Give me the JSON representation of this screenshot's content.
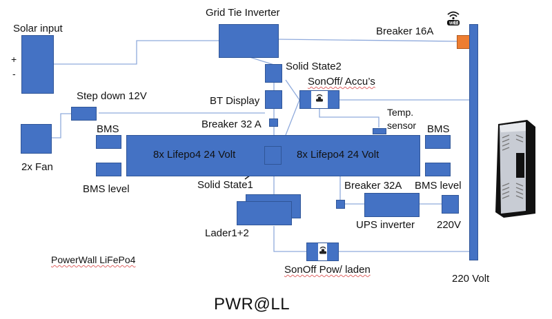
{
  "diagram": {
    "title": "PWR@LL",
    "subtitle": "PowerWall LiFePo4",
    "colors": {
      "component": "#4472c4",
      "component_border": "#2f5597",
      "breaker_main": "#ed7d31",
      "wire": "#8faadc",
      "bus": "#4472c4"
    },
    "labels": {
      "solar_input": "Solar input",
      "plus": "+",
      "minus": "-",
      "grid_tie_inverter": "Grid Tie Inverter",
      "breaker_16a": "Breaker 16A",
      "solid_state2": "Solid State2",
      "sonoff_accu": "SonOff/ Accu’s",
      "step_down": "Step down 12V",
      "bt_display": "BT Display",
      "breaker_32a_top": "Breaker 32 A",
      "temp_sensor_line1": "Temp.",
      "temp_sensor_line2": "sensor",
      "bms_left": "BMS",
      "bms_right": "BMS",
      "fan": "2x Fan",
      "battery_left": "8x Lifepo4 24 Volt",
      "battery_right": "8x Lifepo4 24 Volt",
      "bms_level_left": "BMS level",
      "bms_level_right": "BMS level",
      "solid_state1": "Solid State1",
      "breaker_32a_bottom": "Breaker 32A",
      "lader": "Lader1+2",
      "ups_inverter": "UPS inverter",
      "out_220v": "220V",
      "sonoff_pow": "SonOff Pow/ laden",
      "bus_220": "220 Volt"
    },
    "icons": {
      "wifi_main": "wifi-icon",
      "sonoff_device": "wifi-plug-icon",
      "server_rack": "server-rack-icon"
    }
  }
}
